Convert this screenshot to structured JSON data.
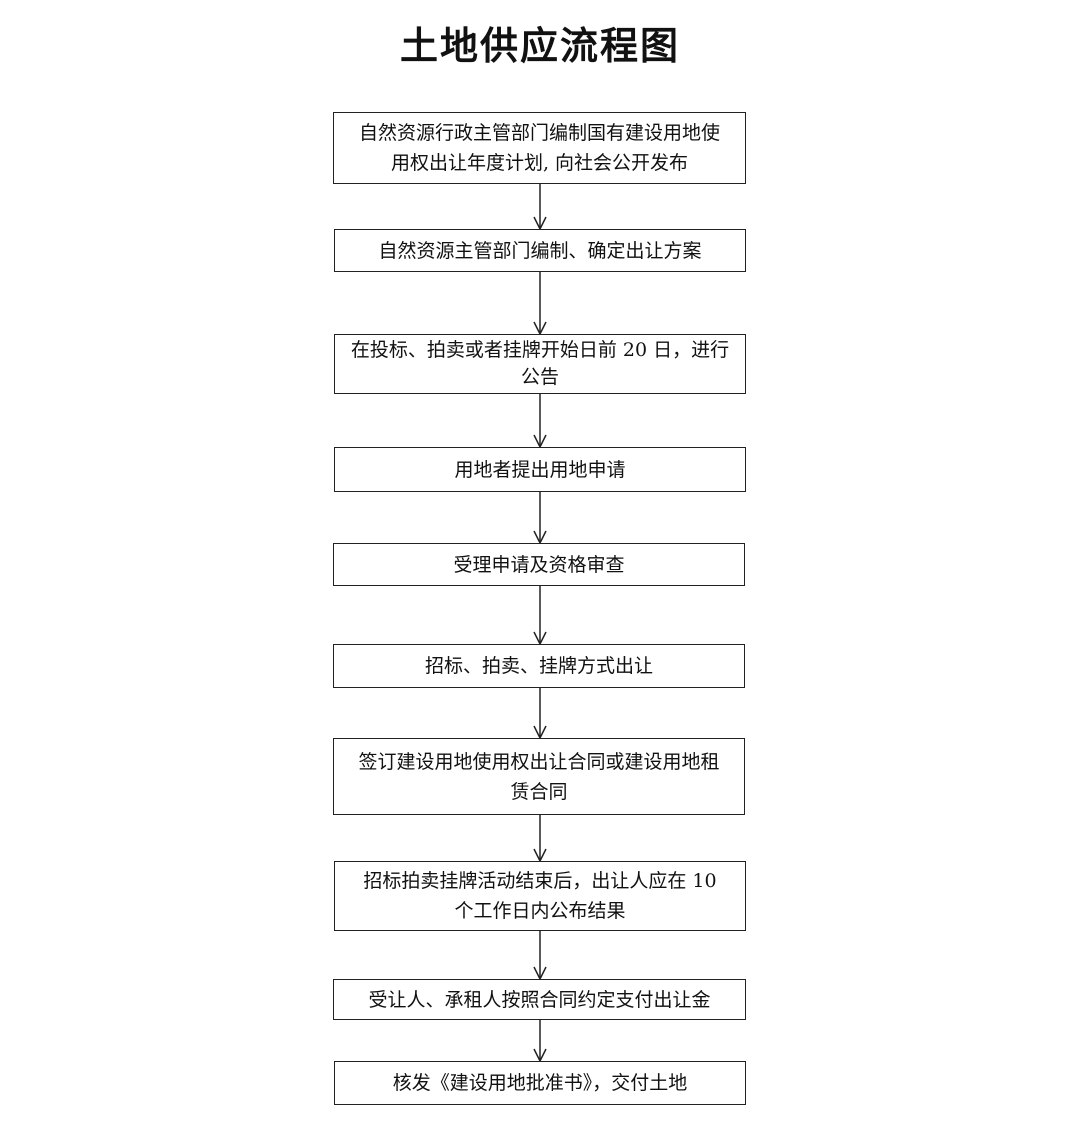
{
  "title": "土地供应流程图",
  "steps": [
    {
      "lines": [
        "自然资源行政主管部门编制国有建设用地使",
        "用权出让年度计划, 向社会公开发布"
      ]
    },
    {
      "lines": [
        "自然资源主管部门编制、确定出让方案"
      ]
    },
    {
      "lines": [
        "在投标、拍卖或者挂牌开始日前 20 日，进行",
        "公告"
      ]
    },
    {
      "lines": [
        "用地者提出用地申请"
      ]
    },
    {
      "lines": [
        "受理申请及资格审查"
      ]
    },
    {
      "lines": [
        "招标、拍卖、挂牌方式出让"
      ]
    },
    {
      "lines": [
        "签订建设用地使用权出让合同或建设用地租",
        "赁合同"
      ]
    },
    {
      "lines": [
        "招标拍卖挂牌活动结束后，出让人应在 10",
        "个工作日内公布结果"
      ]
    },
    {
      "lines": [
        "受让人、承租人按照合同约定支付出让金"
      ]
    },
    {
      "lines": [
        "核发《建设用地批准书》，交付土地"
      ]
    }
  ],
  "colors": {
    "line": "#222222",
    "text": "#111111",
    "background": "#ffffff"
  }
}
